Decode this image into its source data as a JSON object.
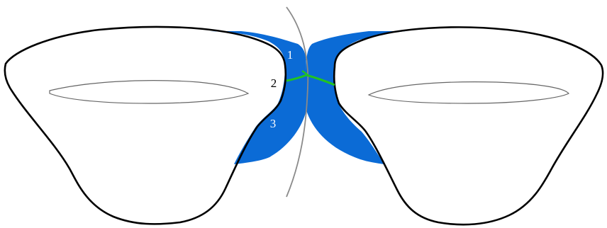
{
  "colors": {
    "background": "#ffffff",
    "region_fill": "#0b6bd6",
    "outline": "#000000",
    "inner_outline": "#666666",
    "midline": "#8a8a8a",
    "green_link": "#22c322",
    "label_color": "#ffffff",
    "label_2_color": "#000000"
  },
  "labels": {
    "one": "1",
    "two": "2",
    "three": "3"
  }
}
